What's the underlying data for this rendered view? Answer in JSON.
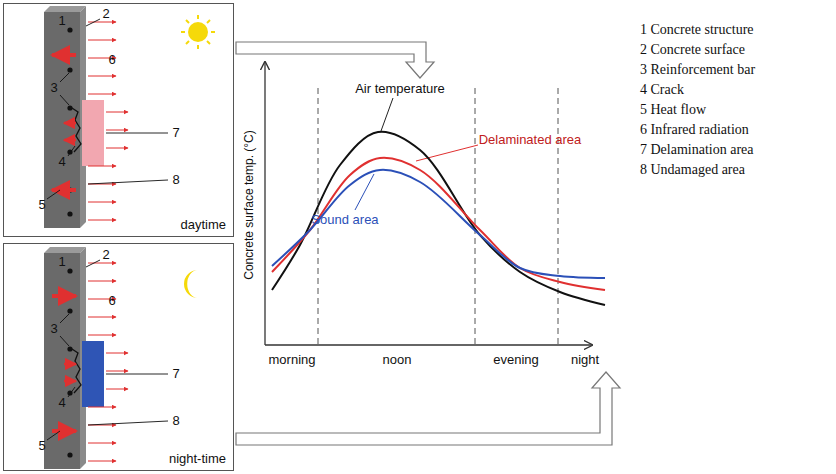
{
  "diagram": {
    "nodes": [
      {
        "text": [
          "daytime"
        ]
      },
      {
        "text": [
          "night-time"
        ]
      }
    ],
    "labels": [
      "1",
      "2",
      "6",
      "3",
      "7",
      "4",
      "8",
      "5",
      "1",
      "2",
      "6",
      "3",
      "7",
      "4",
      "8",
      "5",
      "Concrete surface temp. (°C)",
      "Air temperature",
      "Delaminated area",
      "Sound area",
      "morning",
      "noon",
      "evening",
      "night",
      "1 Concrete structure",
      "2 Concrete surface",
      "3 Reinforcement bar",
      "4 Crack",
      "5 Heat flow",
      "6 Infrared radiation",
      "7 Delamination area",
      "8 Undamaged area"
    ]
  }
}
